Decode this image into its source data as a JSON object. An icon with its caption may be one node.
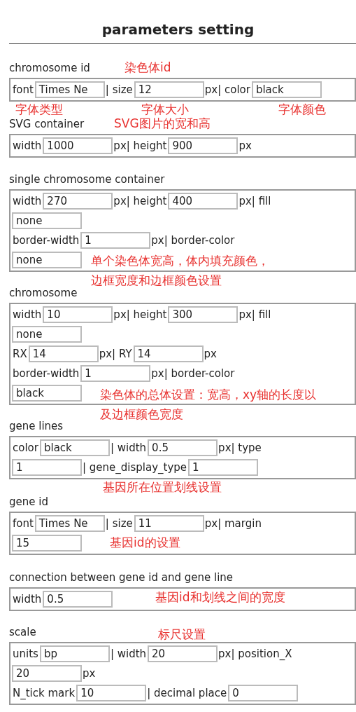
{
  "diagram": {
    "title": "parameters setting",
    "nodes": [
      {
        "text": [
          "chromosome id",
          "font",
          "| size",
          "px| color"
        ]
      },
      {
        "text": [
          "Times Ne"
        ],
        "in": 0
      },
      {
        "text": [
          "12"
        ],
        "in": 0
      },
      {
        "text": [
          "black"
        ],
        "in": 0
      },
      {
        "text": [
          "SVG container",
          "width",
          "px| height",
          "px"
        ]
      },
      {
        "text": [
          "1000"
        ],
        "in": 4
      },
      {
        "text": [
          "900"
        ],
        "in": 4
      },
      {
        "text": [
          "single chromosome container",
          "width",
          "px| height",
          "px| fill",
          "border-width",
          "px| border-color"
        ]
      },
      {
        "text": [
          "270"
        ],
        "in": 7
      },
      {
        "text": [
          "400"
        ],
        "in": 7
      },
      {
        "text": [
          "none"
        ],
        "in": 7
      },
      {
        "text": [
          "1"
        ],
        "in": 7
      },
      {
        "text": [
          "none"
        ],
        "in": 7
      },
      {
        "text": [
          "chromosome",
          "width",
          "px| height",
          "px| fill",
          "RX",
          "px| RY",
          "px",
          "border-width",
          "px| border-color"
        ]
      },
      {
        "text": [
          "10"
        ],
        "in": 13
      },
      {
        "text": [
          "300"
        ],
        "in": 13
      },
      {
        "text": [
          "none"
        ],
        "in": 13
      },
      {
        "text": [
          "14"
        ],
        "in": 13
      },
      {
        "text": [
          "14"
        ],
        "in": 13
      },
      {
        "text": [
          "1"
        ],
        "in": 13
      },
      {
        "text": [
          "black"
        ],
        "in": 13
      },
      {
        "text": [
          "gene lines",
          "color",
          "| width",
          "px| type",
          "| gene_display_type"
        ]
      },
      {
        "text": [
          "black"
        ],
        "in": 21
      },
      {
        "text": [
          "0.5"
        ],
        "in": 21
      },
      {
        "text": [
          "1"
        ],
        "in": 21
      },
      {
        "text": [
          "1"
        ],
        "in": 21
      },
      {
        "text": [
          "gene id",
          "font",
          "| size",
          "px| margin"
        ]
      },
      {
        "text": [
          "Times Ne"
        ],
        "in": 26
      },
      {
        "text": [
          "11"
        ],
        "in": 26
      },
      {
        "text": [
          "15"
        ],
        "in": 26
      },
      {
        "text": [
          "connection between gene id and gene line",
          "width"
        ]
      },
      {
        "text": [
          "0.5"
        ],
        "in": 30
      },
      {
        "text": [
          "scale",
          "units",
          "| width",
          "px| position_X",
          "px",
          "N_tick mark",
          "| decimal place"
        ]
      },
      {
        "text": [
          "bp"
        ],
        "in": 32
      },
      {
        "text": [
          "20"
        ],
        "in": 32
      },
      {
        "text": [
          "20"
        ],
        "in": 32
      },
      {
        "text": [
          "10"
        ],
        "in": 32
      },
      {
        "text": [
          "0"
        ],
        "in": 32
      }
    ],
    "labels": [
      "染色体id",
      "字体类型",
      "字体大小",
      "字体颜色",
      "SVG图片的宽和高",
      "单个染色体宽高，体内填充颜色，边框宽度和边框颜色设置",
      "染色体的总体设置：宽高，xy轴的长度以及边框颜色宽度",
      "基因所在位置划线设置",
      "基因id的设置",
      "基因id和划线之间的宽度",
      "标尺设置"
    ]
  }
}
